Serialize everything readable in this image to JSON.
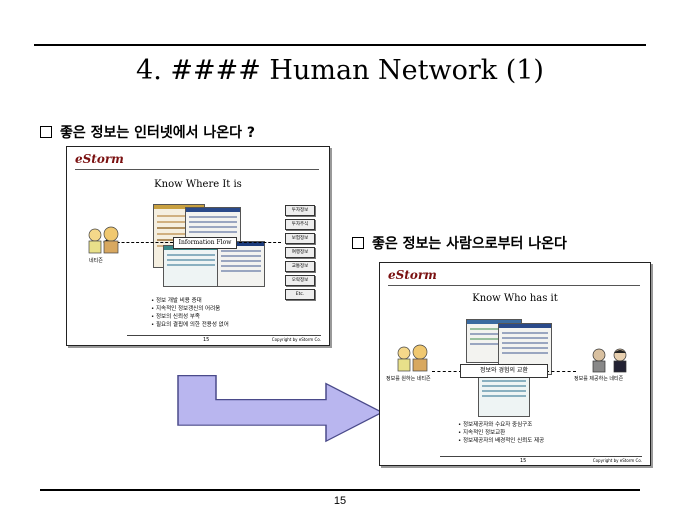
{
  "title": "4. #### Human Network (1)",
  "bullets": {
    "first": "좋은 정보는 인터넷에서 나온다 ?",
    "second": "좋은 정보는 사람으로부터 나온다"
  },
  "page_number": "15",
  "slide_1": {
    "logo": "eStorm",
    "title": "Know Where It is",
    "flow_label": "Information Flow",
    "person_caption": "네티즌",
    "side_boxes": [
      "투자정보",
      "투자주식",
      "보험정보",
      "여행정보",
      "교통정보",
      "오락정보",
      "Etc."
    ],
    "notes": [
      "정보 개발 비용 증대",
      "지속적인 정보갱신의 어려움",
      "정보의 신뢰성 부족",
      "필요의 결핍에 의한 전용성 없어"
    ],
    "footer_page": "15",
    "footer_copy": "Copyright by eStorm Co."
  },
  "slide_2": {
    "logo": "eStorm",
    "title": "Know Who has it",
    "flow_label": "정보와 경험의 교환",
    "left_caption": "정보를 원하는 네티즌",
    "right_caption": "정보를 제공하는 네티즌",
    "notes": [
      "정보제공자와 수요자 중심구조",
      "지속적인 정보교환",
      "정보제공자의 배경적인 신뢰도 제공"
    ],
    "footer_page": "15",
    "footer_copy": "Copyright by eStorm Co."
  },
  "colors": {
    "big_arrow_fill": "#b9b6ef",
    "big_arrow_stroke": "#4a4a8a",
    "logo": "#7a1010"
  }
}
